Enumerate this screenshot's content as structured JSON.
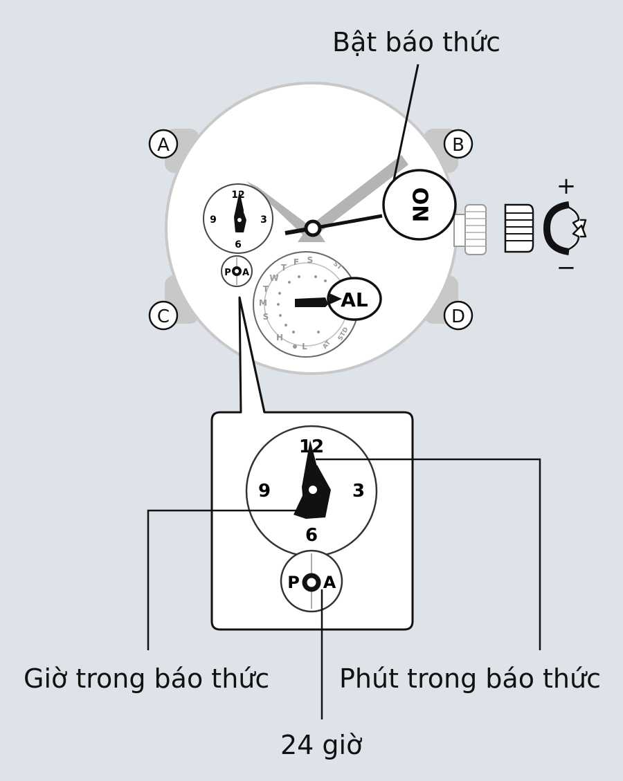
{
  "labels": {
    "alarm_on": "Bật báo thức",
    "alarm_hour": "Giờ trong báo thức",
    "alarm_minute": "Phút trong báo thức",
    "twenty_four_hour": "24 giờ"
  },
  "buttons": {
    "a": "A",
    "b": "B",
    "c": "C",
    "d": "D"
  },
  "crown": {
    "plus": "+",
    "minus": "−"
  },
  "callouts": {
    "on": "ON",
    "al": "AL"
  },
  "subdial": {
    "n12": "12",
    "n3": "3",
    "n6": "6",
    "n9": "9"
  },
  "pa": {
    "p": "P",
    "a": "A"
  },
  "day_ring": {
    "s1": "S",
    "f": "F",
    "t1": "T",
    "w": "W",
    "t2": "T",
    "m": "M",
    "s2": "S",
    "h": "H",
    "l": "L",
    "st": "ST",
    "std": "STD",
    "at": "AT"
  },
  "colors": {
    "background": "#dde3e9",
    "case_gray": "#c8c8c8",
    "outline": "#111111"
  }
}
